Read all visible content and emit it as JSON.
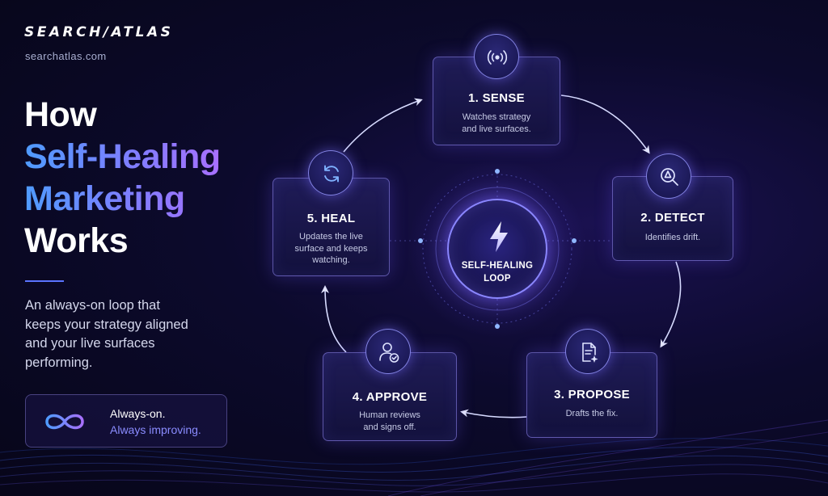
{
  "brand": {
    "logo": "SEARCH∕ATLAS",
    "url": "searchatlas.com"
  },
  "headline": {
    "line1": "How",
    "line2": "Self-Healing",
    "line3": "Marketing",
    "line4": "Works"
  },
  "description": [
    "An always-on loop that",
    "keeps your strategy aligned",
    "and your live surfaces",
    "performing."
  ],
  "badge": {
    "line1": "Always-on.",
    "line2": "Always improving.",
    "icon": "infinity-icon"
  },
  "center": {
    "line1": "SELF-HEALING",
    "line2": "LOOP",
    "icon": "lightning-icon"
  },
  "steps": [
    {
      "title": "1. SENSE",
      "desc": [
        "Watches strategy",
        "and live surfaces."
      ],
      "icon": "broadcast-icon"
    },
    {
      "title": "2. DETECT",
      "desc": [
        "Identifies drift."
      ],
      "icon": "magnifier-alert-icon"
    },
    {
      "title": "3. PROPOSE",
      "desc": [
        "Drafts the fix."
      ],
      "icon": "document-sparkle-icon"
    },
    {
      "title": "4. APPROVE",
      "desc": [
        "Human reviews",
        "and signs off."
      ],
      "icon": "user-check-icon"
    },
    {
      "title": "5. HEAL",
      "desc": [
        "Updates the live",
        "surface and keeps",
        "watching."
      ],
      "icon": "refresh-icon"
    }
  ],
  "colors": {
    "accent": "#7f7dff",
    "blue": "#4f9bff",
    "violet": "#a870ff",
    "background": "#0c0a2c"
  }
}
